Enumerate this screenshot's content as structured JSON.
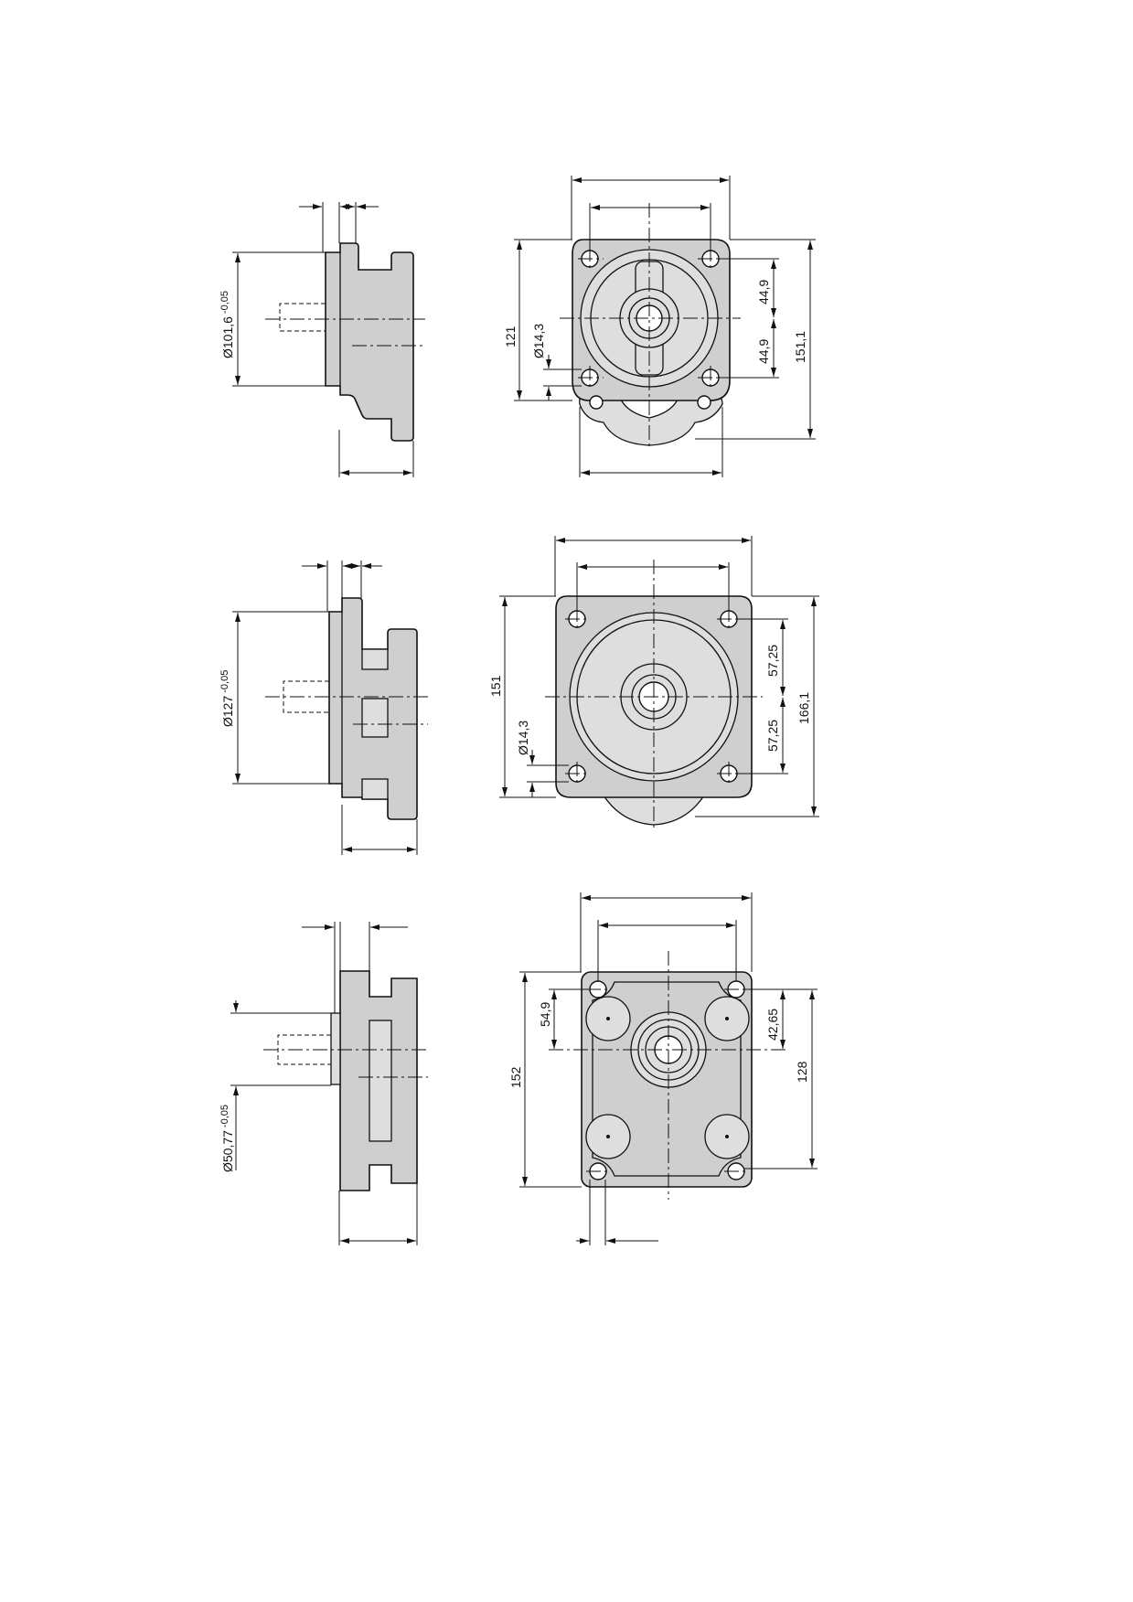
{
  "drawing": {
    "variants": [
      {
        "id": "flange-1",
        "pilot_diameter": "Ø101,6",
        "pilot_tolerance": "-0,05",
        "dim_vertical_inner": "121",
        "dim_vertical_outer": "151,1",
        "dim_upper_half": "44,9",
        "dim_lower_half": "44,9",
        "hole_diameter": "Ø14,3"
      },
      {
        "id": "flange-2",
        "pilot_diameter": "Ø127",
        "pilot_tolerance": "-0,05",
        "dim_vertical_inner": "151",
        "dim_vertical_outer": "166,1",
        "dim_upper_half": "57,25",
        "dim_lower_half": "57,25",
        "hole_diameter": "Ø14,3"
      },
      {
        "id": "flange-3",
        "pilot_diameter": "Ø50,77",
        "pilot_tolerance": "-0,05",
        "dim_vertical_inner": "152",
        "dim_vertical_outer": "128",
        "dim_upper_half": "42,65",
        "dim_left_offset": "54,9"
      }
    ]
  }
}
